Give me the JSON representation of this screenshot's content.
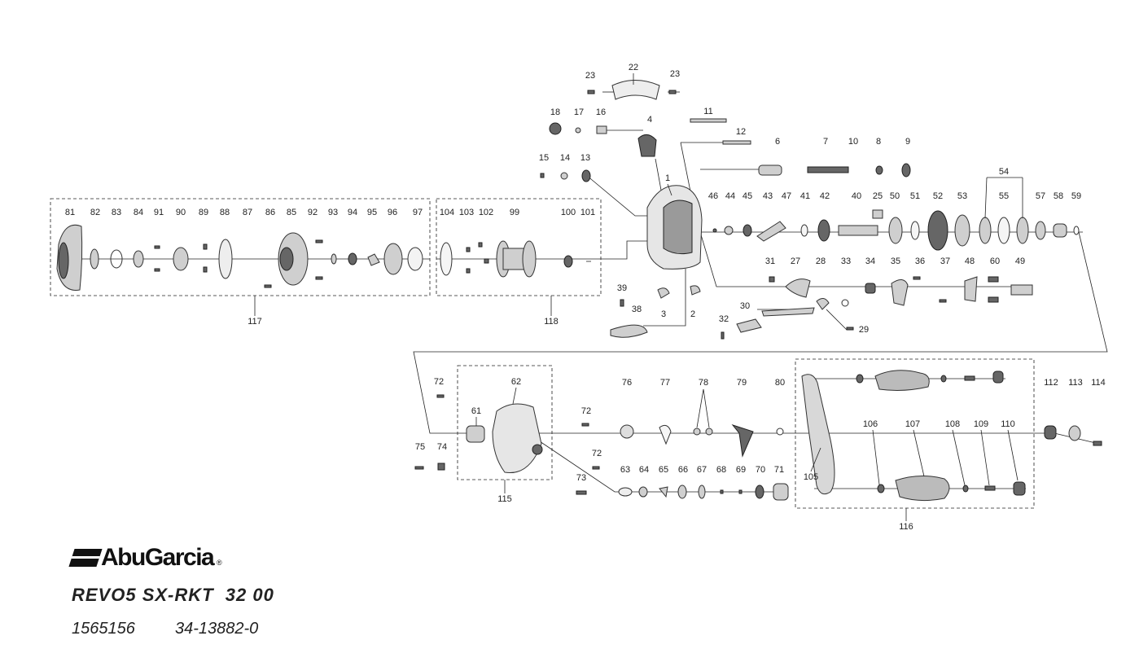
{
  "brand": {
    "name": "AbuGarcia",
    "registered": "®"
  },
  "model": "REVO5 SX-RKT  32 00",
  "codes": {
    "a": "1565156",
    "b": "34-13882-0"
  },
  "part_labels": {
    "p1": "1",
    "p2": "2",
    "p3": "3",
    "p4": "4",
    "p6": "6",
    "p7": "7",
    "p8": "8",
    "p9": "9",
    "p10": "10",
    "p11": "11",
    "p12": "12",
    "p13": "13",
    "p14": "14",
    "p15": "15",
    "p16": "16",
    "p17": "17",
    "p18": "18",
    "p22": "22",
    "p23a": "23",
    "p23b": "23",
    "p25": "25",
    "p27": "27",
    "p28": "28",
    "p29": "29",
    "p30": "30",
    "p31": "31",
    "p32": "32",
    "p33": "33",
    "p34": "34",
    "p35": "35",
    "p36": "36",
    "p37": "37",
    "p38": "38",
    "p39": "39",
    "p40": "40",
    "p41": "41",
    "p42": "42",
    "p43": "43",
    "p44": "44",
    "p45": "45",
    "p46": "46",
    "p47": "47",
    "p48": "48",
    "p49": "49",
    "p50": "50",
    "p51": "51",
    "p52": "52",
    "p53": "53",
    "p54": "54",
    "p55": "55",
    "p57": "57",
    "p58": "58",
    "p59": "59",
    "p60": "60",
    "p61": "61",
    "p62": "62",
    "p63": "63",
    "p64": "64",
    "p65": "65",
    "p66": "66",
    "p67": "67",
    "p68": "68",
    "p69": "69",
    "p70": "70",
    "p71": "71",
    "p72a": "72",
    "p72b": "72",
    "p72c": "72",
    "p73": "73",
    "p74": "74",
    "p75": "75",
    "p76": "76",
    "p77": "77",
    "p78": "78",
    "p79": "79",
    "p80": "80",
    "p81": "81",
    "p82": "82",
    "p83": "83",
    "p84": "84",
    "p85": "85",
    "p86": "86",
    "p87": "87",
    "p88": "88",
    "p89": "89",
    "p90": "90",
    "p91": "91",
    "p92": "92",
    "p93": "93",
    "p94": "94",
    "p95": "95",
    "p96": "96",
    "p97": "97",
    "p99": "99",
    "p100": "100",
    "p101": "101",
    "p102": "102",
    "p103": "103",
    "p104": "104",
    "p105": "105",
    "p106": "106",
    "p107": "107",
    "p108": "108",
    "p109": "109",
    "p110": "110",
    "p112": "112",
    "p113": "113",
    "p114": "114",
    "p115": "115",
    "p116": "116",
    "p117": "117",
    "p118": "118"
  }
}
